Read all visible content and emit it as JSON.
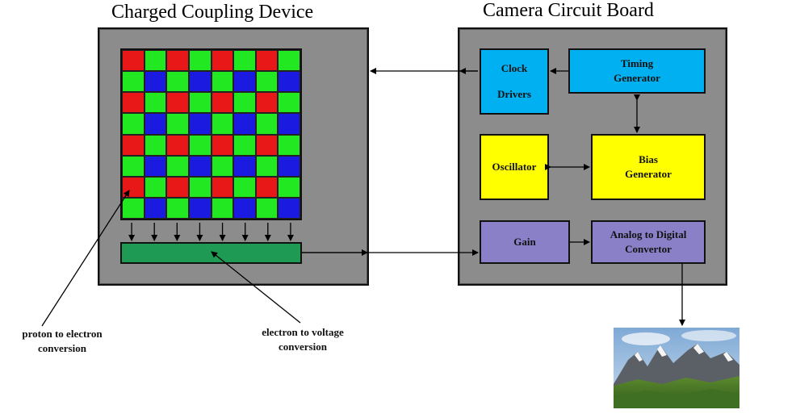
{
  "ccd": {
    "title": "Charged Coupling Device",
    "bayer_colors": {
      "red": "#e81818",
      "green": "#22e822",
      "blue": "#1a1ae0"
    },
    "grid_size": 8
  },
  "board": {
    "title": "Camera Circuit Board",
    "clock_line1": "Clock",
    "clock_line2": "Drivers",
    "timing_line1": "Timing",
    "timing_line2": "Generator",
    "oscillator": "Oscillator",
    "bias_line1": "Bias",
    "bias_line2": "Generator",
    "gain": "Gain",
    "adc_line1": "Analog to Digital",
    "adc_line2": "Convertor"
  },
  "annotations": {
    "photon_line1": "proton to electron",
    "photon_line2": "conversion",
    "voltage_line1": "electron to voltage",
    "voltage_line2": "conversion"
  },
  "output": {
    "image": "mountain-landscape-photo"
  },
  "colors": {
    "panel": "#8c8c8c",
    "cyan_block": "#00b0f0",
    "yellow_block": "#ffff00",
    "purple_block": "#8a80c8",
    "register": "#1f9a55"
  }
}
